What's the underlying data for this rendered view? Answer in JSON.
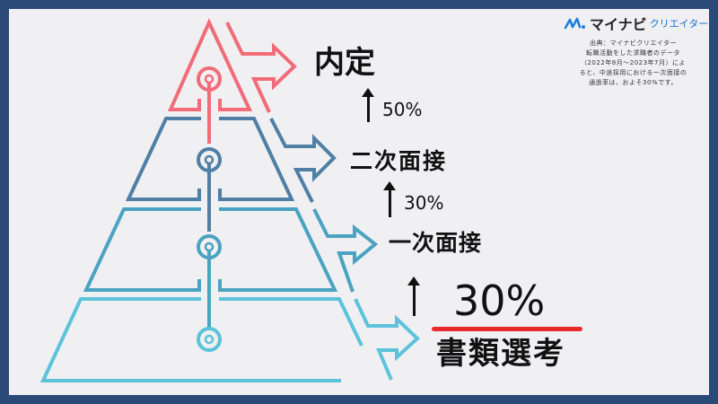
{
  "logo": {
    "brand": "マイナビ",
    "sub": "クリエイター",
    "icon": "mynavi-wave-icon"
  },
  "source_note": {
    "lines": [
      "出典：マイナビクリエイター",
      "転職活動をした求職者のデータ",
      "（2022年8月〜2023年7月）によ",
      "ると、中途採用における一次面接の",
      "通過率は、およそ30%です。"
    ]
  },
  "stages": [
    {
      "name": "内定",
      "color": "#f26b78"
    },
    {
      "name": "二次面接",
      "color": "#4f7fa5"
    },
    {
      "name": "一次面接",
      "color": "#4aa3c0"
    },
    {
      "name": "書類選考",
      "color": "#5cc3da"
    }
  ],
  "rates": [
    {
      "from": "二次面接",
      "to": "内定",
      "value": "50%"
    },
    {
      "from": "一次面接",
      "to": "二次面接",
      "value": "30%"
    },
    {
      "from": "書類選考",
      "to": "一次面接",
      "value": "30%"
    }
  ],
  "colors": {
    "border": "#2b4a78",
    "background": "#f0f0f3",
    "highlight_underline": "#e82a2a"
  }
}
